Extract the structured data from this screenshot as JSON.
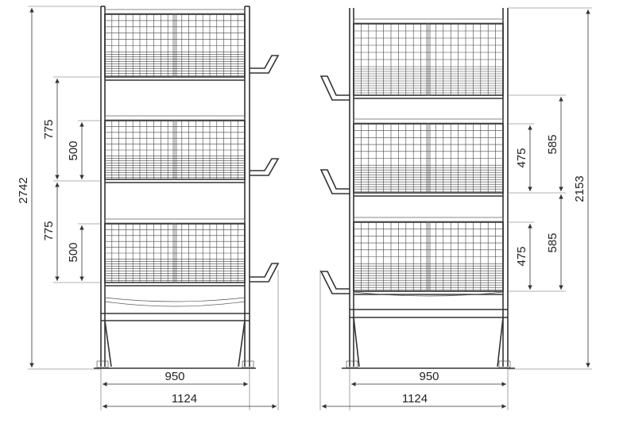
{
  "left_view": {
    "overall_height": "2742",
    "tier_pitch_upper": "775",
    "tier_pitch_lower": "775",
    "cage_height_upper": "500",
    "cage_height_lower": "500",
    "cage_width": "950",
    "overall_width": "1124"
  },
  "right_view": {
    "overall_height": "2153",
    "tier_pitch_upper": "585",
    "tier_pitch_lower": "585",
    "cage_height_upper": "475",
    "cage_height_lower": "475",
    "cage_width": "950",
    "overall_width": "1124"
  }
}
